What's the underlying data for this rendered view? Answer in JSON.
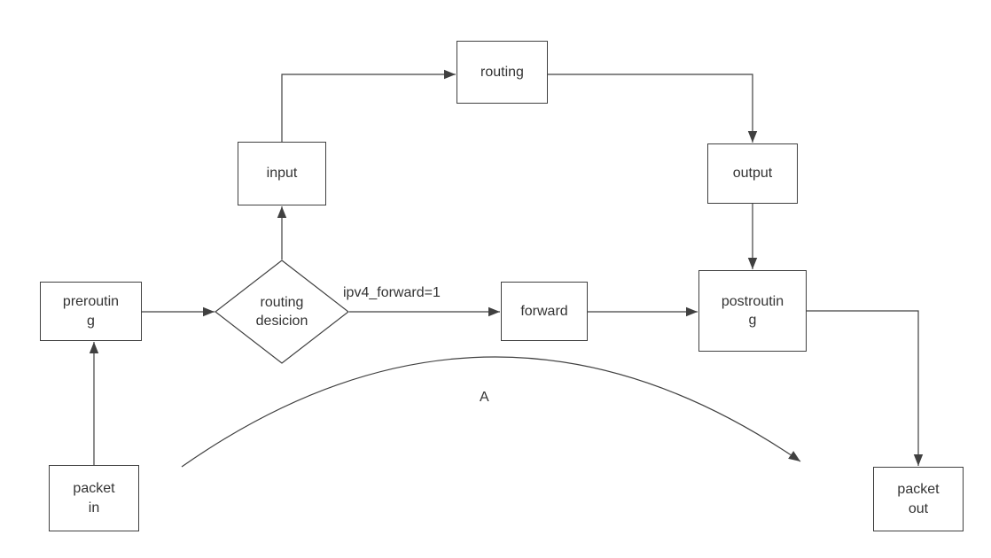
{
  "diagram": {
    "nodes": {
      "routing": {
        "label": "routing"
      },
      "input": {
        "label": "input"
      },
      "output": {
        "label": "output"
      },
      "prerouting": {
        "label": "prerouting"
      },
      "routing_decision": {
        "label": "routing desicion"
      },
      "forward": {
        "label": "forward"
      },
      "postrouting": {
        "label": "postrouting"
      },
      "packet_in": {
        "label": "packet in"
      },
      "packet_out": {
        "label": "packet out"
      }
    },
    "edge_labels": {
      "ipv4_forward": "ipv4_forward=1",
      "curve": "A"
    },
    "colors": {
      "stroke": "#404040",
      "text": "#333333",
      "background": "#ffffff"
    }
  }
}
